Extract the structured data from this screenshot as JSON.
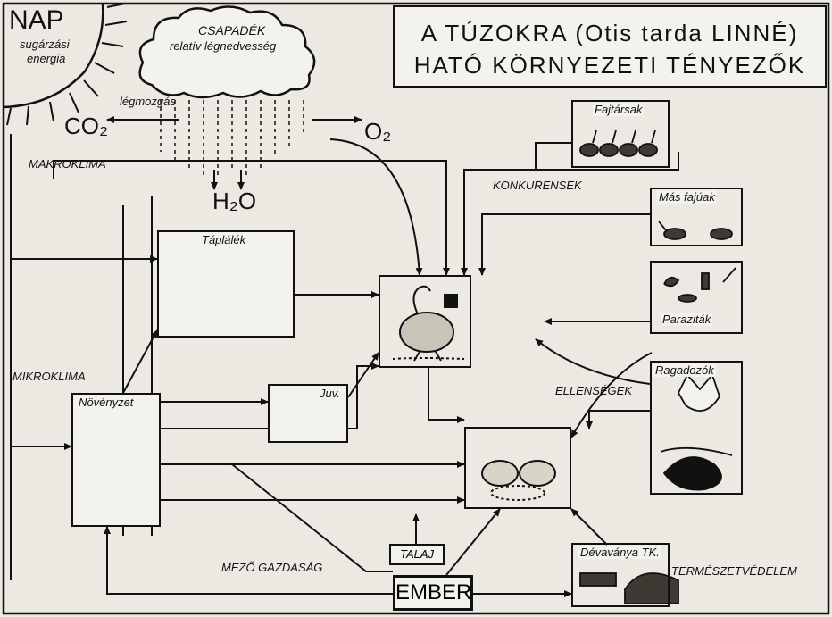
{
  "title": {
    "line1": "A TÚZOKRA (Otis tarda LINNÉ)",
    "line2": "HATÓ KÖRNYEZETI TÉNYEZŐK"
  },
  "sun": {
    "label": "NAP",
    "sub1": "sugárzási",
    "sub2": "energia"
  },
  "cloud": {
    "label1": "CSAPADÉK",
    "label2": "relatív légnedvesség"
  },
  "labels": {
    "legmozgas": "légmozgás",
    "co2": "CO₂",
    "o2": "O₂",
    "h2o": "H₂O",
    "makroklima": "MAKROKLIMA",
    "mikroklima": "MIKROKLIMA",
    "konkurensek": "KONKURENSEK",
    "ellensegek": "ELLENSÉGEK",
    "mezogazdasag": "MEZŐ GAZDASÁG",
    "termeszetvedelem": "TERMÉSZETVÉDELEM",
    "talaj": "TALAJ",
    "ember": "EMBER"
  },
  "boxes": {
    "taplalek": "Táplálék",
    "novenyzet": "Növényzet",
    "juv": "Juv.",
    "fajtarsak": "Fajtársak",
    "mas_fajuak": "Más fajúak",
    "parazitak": "Paraziták",
    "ragadozok": "Ragadozók",
    "devavanya": "Dévaványa TK."
  }
}
